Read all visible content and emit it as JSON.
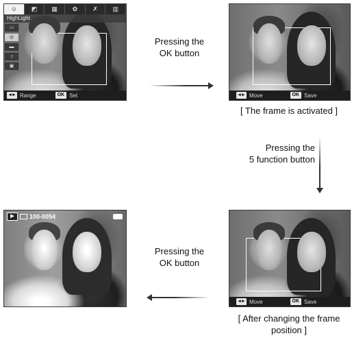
{
  "screen1": {
    "tabs": [
      "☺",
      "◩",
      "▦",
      "✿",
      "✗",
      "▥"
    ],
    "active_tab": 0,
    "menu_title": "HighLight",
    "side_items": [
      "▭",
      "◎",
      "▬",
      "♫",
      "▣"
    ],
    "bottom_bar": {
      "nav_key": "◂ ▸",
      "nav_label": "Range",
      "ok_key": "OK",
      "ok_label": "Set"
    }
  },
  "screen2": {
    "bottom_bar": {
      "nav_key": "◂ ▸",
      "nav_label": "Move",
      "ok_key": "OK",
      "ok_label": "Save"
    }
  },
  "screen3": {
    "bottom_bar": {
      "nav_key": "◂ ▸",
      "nav_label": "Move",
      "ok_key": "OK",
      "ok_label": "Save"
    }
  },
  "screen4": {
    "file_number": "100-0054"
  },
  "captions": {
    "step1_line1": "Pressing the",
    "step1_line2": "OK button",
    "frame_activated": "[ The frame is activated ]",
    "step2_line1": "Pressing the",
    "step2_line2": "5 function button",
    "step3_line1": "Pressing the",
    "step3_line2": "OK button",
    "after_change_line1": "[ After changing the frame",
    "after_change_line2": "position ]"
  }
}
